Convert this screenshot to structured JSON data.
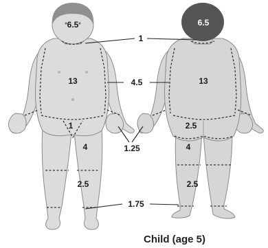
{
  "figure": {
    "caption": "Child (age 5)",
    "front": {
      "head": "6.5",
      "trunk": "13",
      "genitals": "1",
      "thigh": "4",
      "leg": "2.5"
    },
    "back": {
      "head": "6.5",
      "trunk": "13",
      "buttocks": "2.5",
      "thigh": "4",
      "leg": "2.5"
    },
    "shared": {
      "neck": "1",
      "arm": "4.5",
      "hand": "1.25",
      "foot": "1.75"
    }
  },
  "colors": {
    "hair_front": "#8f8f8f",
    "hair_back": "#555555",
    "skin": "#dcdcdc"
  }
}
